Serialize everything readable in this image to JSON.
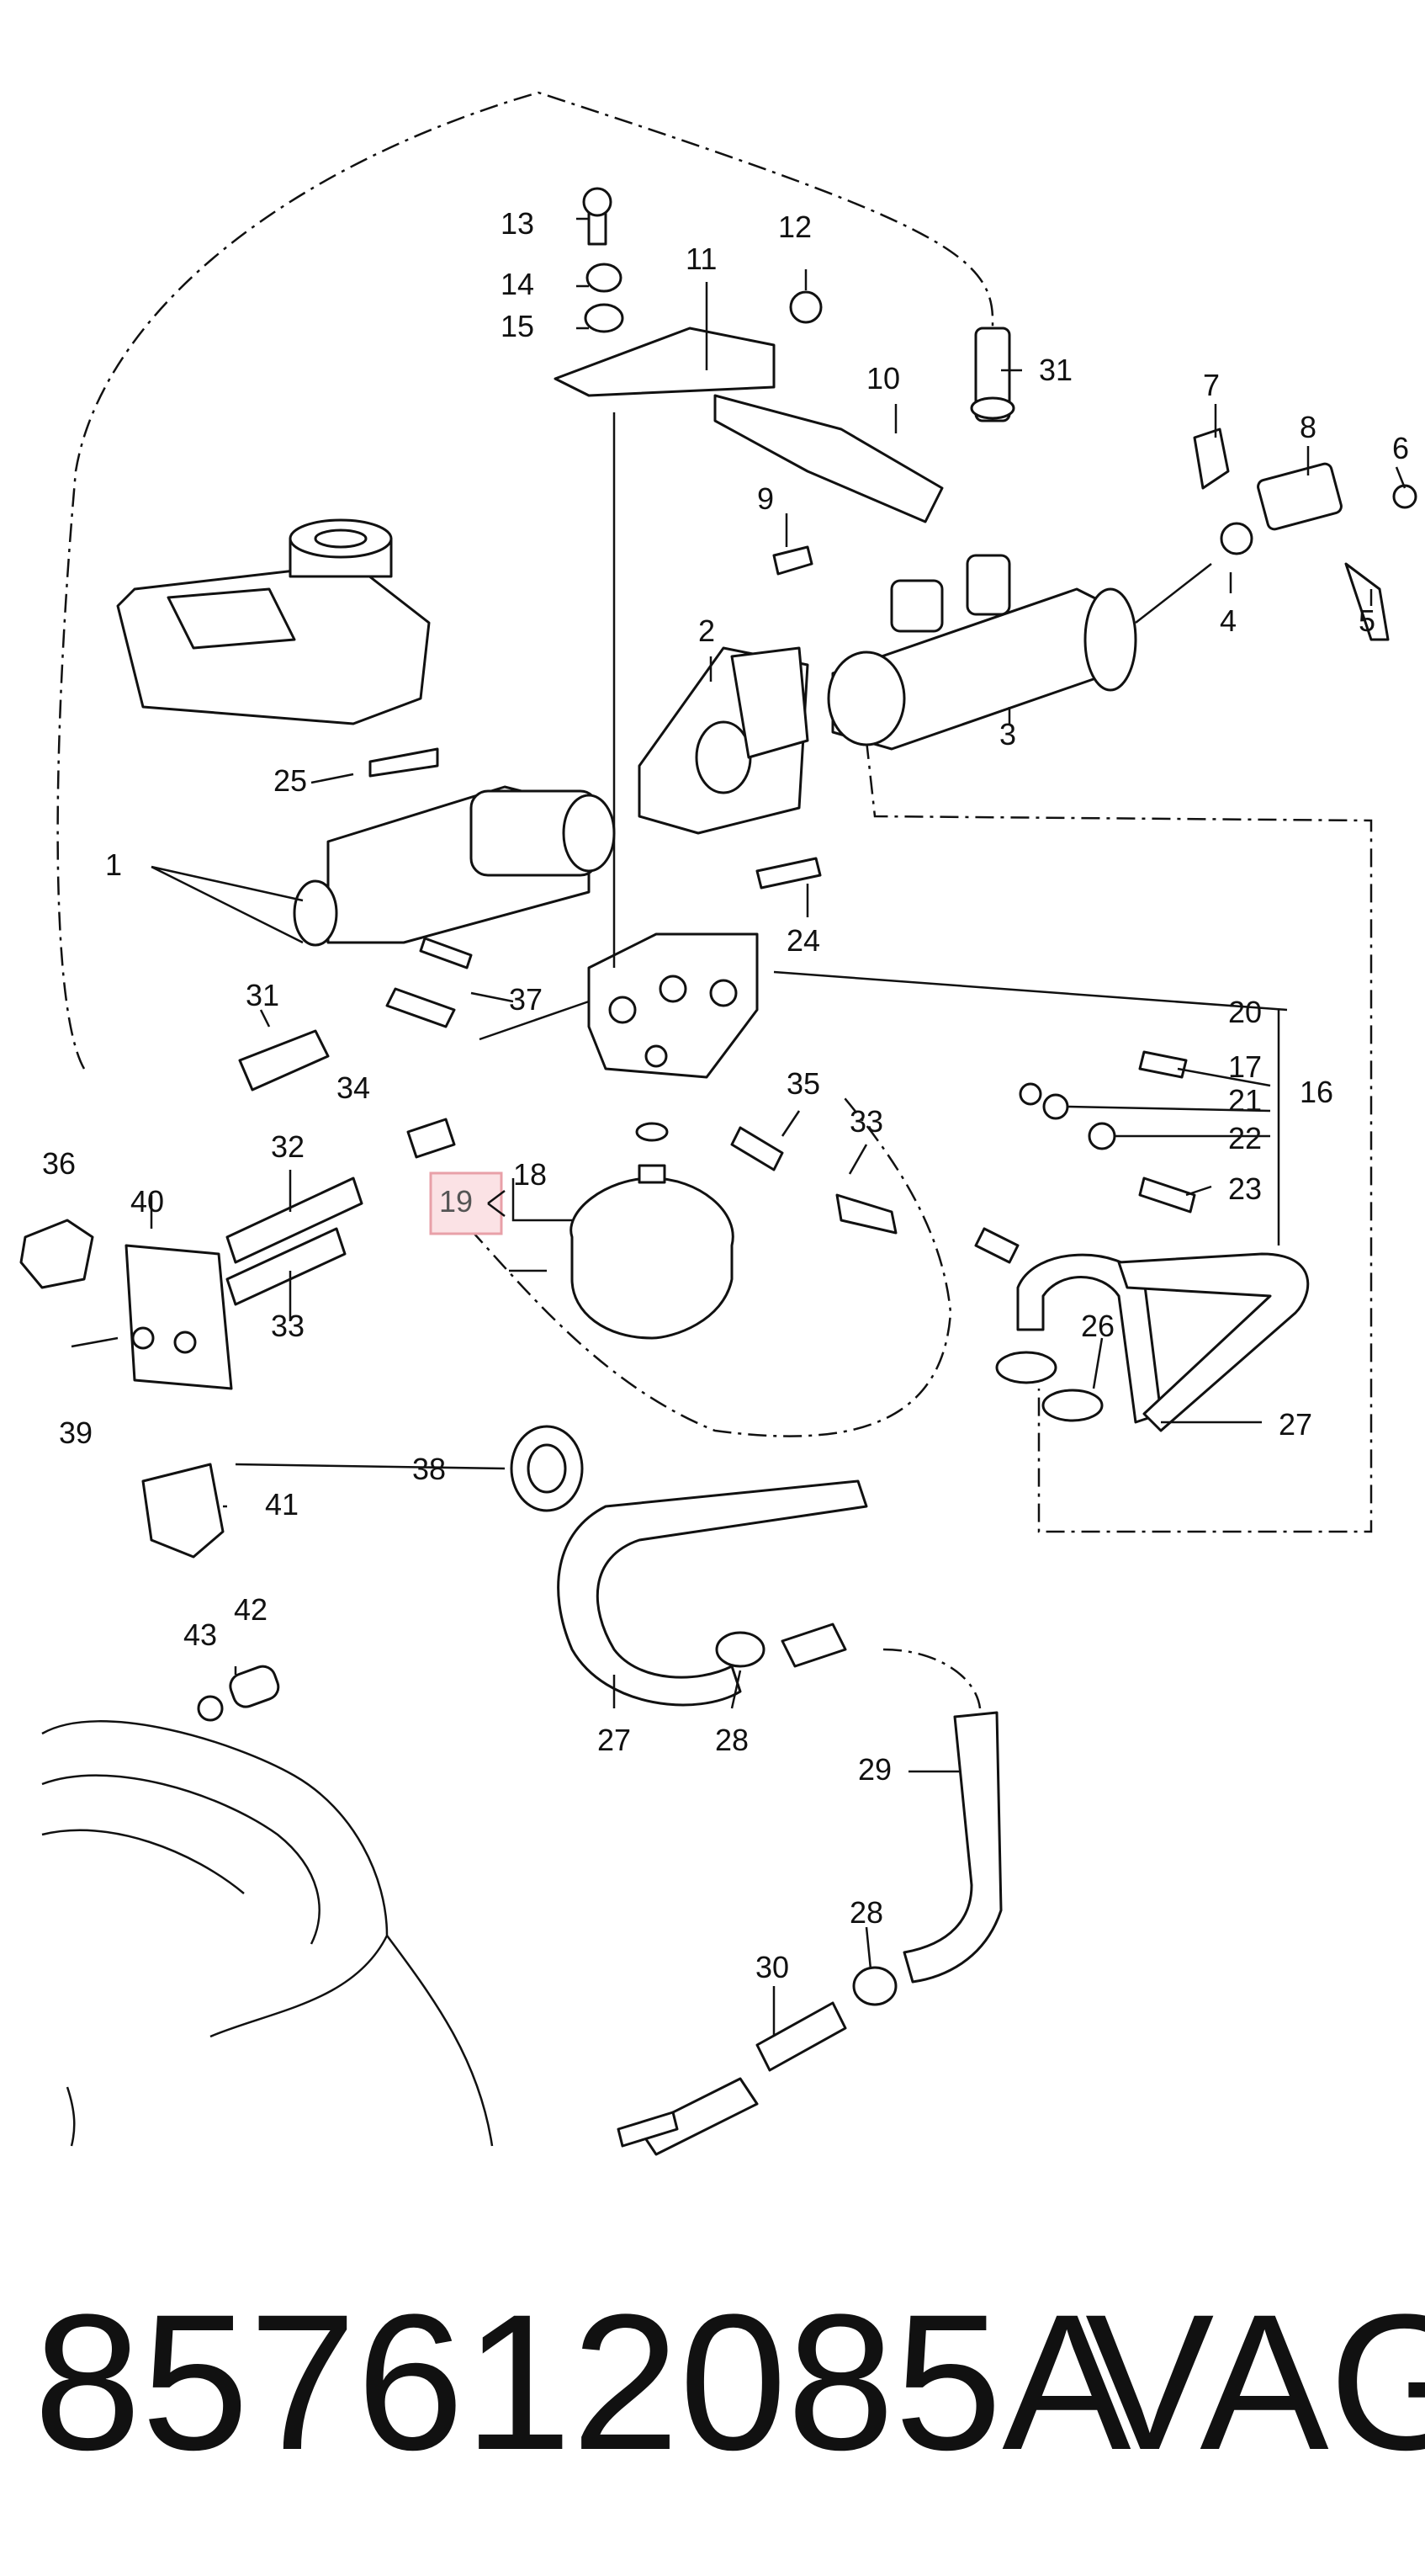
{
  "diagram": {
    "callouts": {
      "c1": "1",
      "c2": "2",
      "c3": "3",
      "c4": "4",
      "c5": "5",
      "c6": "6",
      "c7": "7",
      "c8": "8",
      "c9": "9",
      "c10": "10",
      "c11": "11",
      "c12": "12",
      "c13": "13",
      "c14": "14",
      "c15": "15",
      "c16": "16",
      "c17": "17",
      "c18": "18",
      "c19": "19",
      "c20": "20",
      "c21": "21",
      "c22": "22",
      "c23": "23",
      "c24": "24",
      "c25": "25",
      "c26": "26",
      "c27a": "27",
      "c27b": "27",
      "c28a": "28",
      "c28b": "28",
      "c29": "29",
      "c30": "30",
      "c31a": "31",
      "c31b": "31",
      "c32": "32",
      "c33a": "33",
      "c33b": "33",
      "c34": "34",
      "c35": "35",
      "c36": "36",
      "c37": "37",
      "c38": "38",
      "c39": "39",
      "c40": "40",
      "c41": "41",
      "c42": "42",
      "c43": "43"
    },
    "highlighted_callout": "19",
    "highlight_color": "#e8a0a8",
    "highlight_fill": "#fbe2e5"
  },
  "footer": {
    "part_number": "857612085A",
    "brand": "VAG"
  }
}
